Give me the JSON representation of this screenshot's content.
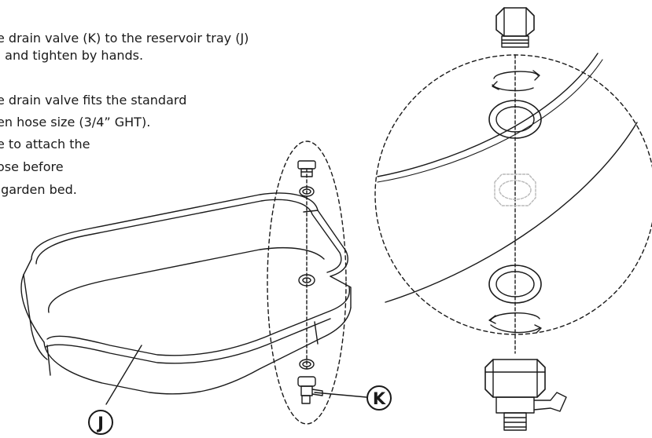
{
  "instructions": {
    "line1": "e drain valve (K) to the reservoir tray (J)",
    "line2": ", and tighten by hands.",
    "line3": "e drain valve fits the standard",
    "line4": "en hose size (3/4” GHT).",
    "line5": "e to attach the",
    "line6": "ose before",
    "line7": " garden bed."
  },
  "callouts": {
    "tray_label": "J",
    "valve_label": "K"
  },
  "colors": {
    "ink": "#1a1a1a",
    "faded": "#b8b8b8"
  }
}
